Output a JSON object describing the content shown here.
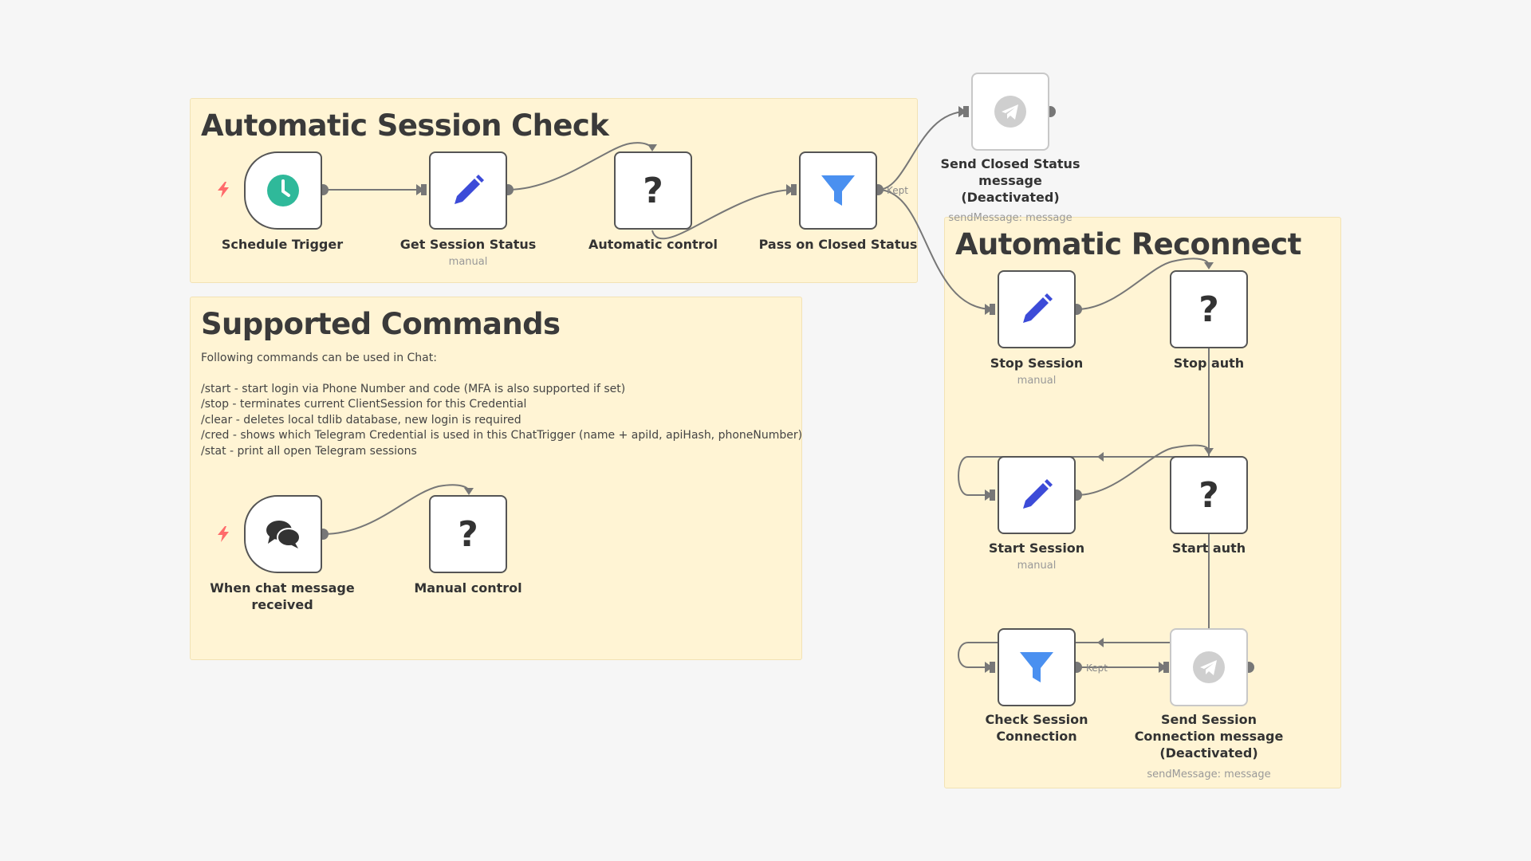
{
  "canvas": {
    "groups": {
      "session_check": {
        "title": "Automatic Session Check"
      },
      "commands": {
        "title": "Supported Commands",
        "intro": "Following commands can be used in Chat:",
        "commands": [
          "/start - start login via Phone Number and code (MFA is also supported if set)",
          "/stop - terminates current ClientSession for this Credential",
          "/clear - deletes local tdlib database, new login is required",
          "/cred - shows which Telegram Credential is used in this ChatTrigger (name + apiId, apiHash, phoneNumber)",
          "/stat - print all open Telegram sessions"
        ]
      },
      "reconnect": {
        "title": "Automatic Reconnect"
      }
    },
    "nodes": {
      "schedule_trigger": {
        "label": "Schedule Trigger",
        "icon": "clock-icon"
      },
      "get_session_status": {
        "label": "Get Session Status",
        "subtitle": "manual",
        "icon": "pencil-icon"
      },
      "automatic_control": {
        "label": "Automatic control",
        "icon": "question-icon"
      },
      "pass_closed_status": {
        "label": "Pass on Closed Status",
        "icon": "filter-icon"
      },
      "send_closed_status": {
        "label_lines": [
          "Send Closed Status",
          "message",
          "(Deactivated)"
        ],
        "subtitle": "sendMessage: message",
        "icon": "telegram-icon"
      },
      "chat_trigger": {
        "label_lines": [
          "When chat message",
          "received"
        ],
        "icon": "chat-bubbles-icon"
      },
      "manual_control": {
        "label": "Manual control",
        "icon": "question-icon"
      },
      "stop_session": {
        "label": "Stop Session",
        "subtitle": "manual",
        "icon": "pencil-icon"
      },
      "stop_auth": {
        "label": "Stop auth",
        "icon": "question-icon"
      },
      "start_session": {
        "label": "Start Session",
        "subtitle": "manual",
        "icon": "pencil-icon"
      },
      "start_auth": {
        "label": "Start auth",
        "icon": "question-icon"
      },
      "check_session": {
        "label_lines": [
          "Check Session",
          "Connection"
        ],
        "icon": "filter-icon"
      },
      "send_session_conn": {
        "label_lines": [
          "Send Session",
          "Connection message",
          "(Deactivated)"
        ],
        "subtitle": "sendMessage: message",
        "icon": "telegram-icon"
      }
    },
    "edge_labels": {
      "kept": "Kept"
    },
    "colors": {
      "sticky_bg": "#fff4d4",
      "node_border": "#555555",
      "edge": "#777777",
      "pencil": "#3c4bd8",
      "filter": "#4a90f0",
      "clock": "#2fb99a",
      "trigger_bolt": "#ff6b6b"
    }
  }
}
